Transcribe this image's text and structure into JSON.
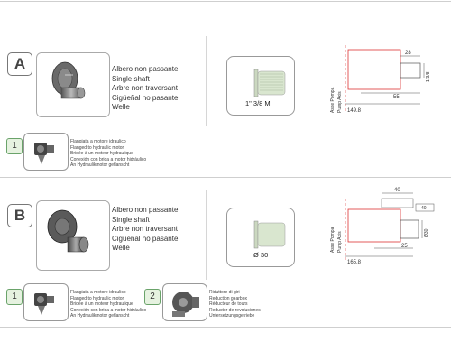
{
  "section_a": {
    "letter": "A",
    "names": [
      "Albero non passante",
      "Single shaft",
      "Arbre non traversant",
      "Cigüeñal no pasante",
      "Welle"
    ],
    "spline_label": "1\" 3/8 M",
    "drawing": {
      "dim_top": "28",
      "dim_mid": "55",
      "dim_bottom": "149.8",
      "dim_side": "1\"3/8",
      "axis_labels": [
        "Asse Pompa",
        "Pump Axis"
      ]
    },
    "options": [
      {
        "number": "1",
        "lines": [
          "Flangiata a motore idraulico",
          "Flanged to hydraulic motor",
          "Bridée à un moteur hydraulique",
          "Conexión con brida a motor hidráulico",
          "An Hydraulikmotor geflanscht"
        ]
      }
    ]
  },
  "section_b": {
    "letter": "B",
    "names": [
      "Albero non passante",
      "Single shaft",
      "Arbre non traversant",
      "Cigüeñal no pasante",
      "Welle"
    ],
    "spline_label": "Ø 30",
    "drawing": {
      "dim_top": "40",
      "dim_top_small": "40",
      "dim_side": "Ø30",
      "dim_mid": "25",
      "dim_bottom": "165.8",
      "axis_labels": [
        "Asse Pompa",
        "Pump Axis"
      ]
    },
    "options": [
      {
        "number": "1",
        "lines": [
          "Flangiata a motore idraulico",
          "Flanged to hydraulic motor",
          "Bridée à un moteur hydraulique",
          "Conexión con brida a motor hidráulico",
          "An Hydraulikmotor geflanscht"
        ]
      },
      {
        "number": "2",
        "lines": [
          "Riduttore di giri",
          "Reduction gearbox",
          "Réducteur de tours",
          "Reductor de revoluciones",
          "Untersetzungsgetriebe"
        ]
      }
    ]
  }
}
